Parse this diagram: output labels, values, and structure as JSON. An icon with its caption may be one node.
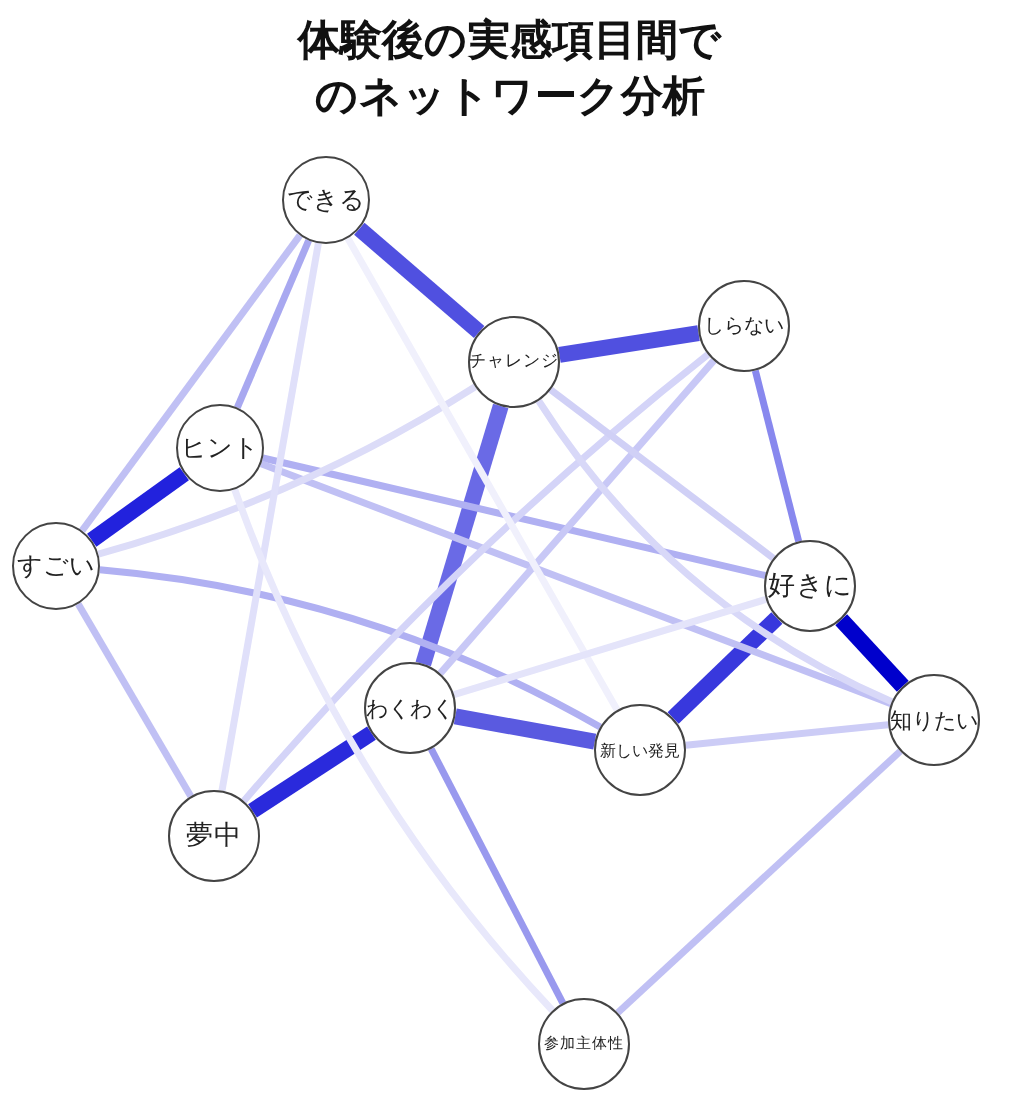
{
  "diagram": {
    "title": "体験後の実感項目間でのネットワーク分析",
    "nodes": [
      {
        "text": [
          "できる"
        ]
      },
      {
        "text": [
          "チャレンジ"
        ]
      },
      {
        "text": [
          "しらない"
        ]
      },
      {
        "text": [
          "ヒント"
        ]
      },
      {
        "text": [
          "すごい"
        ]
      },
      {
        "text": [
          "好きに"
        ]
      },
      {
        "text": [
          "わくわく"
        ]
      },
      {
        "text": [
          "新しい発見"
        ]
      },
      {
        "text": [
          "知りたい"
        ]
      },
      {
        "text": [
          "夢中"
        ]
      },
      {
        "text": [
          "参加主体性"
        ]
      }
    ],
    "edges": [
      {
        "from": 5,
        "to": 8,
        "arrow": "none",
        "style": "thick",
        "color": "#0000cc"
      },
      {
        "from": 3,
        "to": 4,
        "arrow": "none",
        "style": "thick",
        "color": "#2222dd"
      },
      {
        "from": 9,
        "to": 6,
        "arrow": "none",
        "style": "thick",
        "color": "#2a2adc"
      },
      {
        "from": 5,
        "to": 7,
        "arrow": "none",
        "style": "thick",
        "color": "#3838dd"
      },
      {
        "from": 0,
        "to": 1,
        "arrow": "none",
        "style": "thick",
        "color": "#5050e0"
      },
      {
        "from": 1,
        "to": 2,
        "arrow": "none",
        "style": "thick",
        "color": "#5050e0"
      },
      {
        "from": 6,
        "to": 7,
        "arrow": "none",
        "style": "thick",
        "color": "#5a5ae0"
      },
      {
        "from": 1,
        "to": 6,
        "arrow": "none",
        "style": "thick",
        "color": "#6a6ae6"
      },
      {
        "from": 2,
        "to": 5,
        "arrow": "none",
        "color": "#8888ee"
      },
      {
        "from": 0,
        "to": 3,
        "arrow": "none",
        "color": "#a8a8f0"
      },
      {
        "from": 0,
        "to": 4,
        "arrow": "none"
      },
      {
        "from": 3,
        "to": 5,
        "arrow": "none",
        "color": "#b0b0f2"
      },
      {
        "from": 3,
        "to": 8,
        "arrow": "none"
      },
      {
        "from": 4,
        "to": 7,
        "arrow": "none",
        "color": "#b0b0f2"
      },
      {
        "from": 4,
        "to": 9,
        "arrow": "none"
      },
      {
        "from": 6,
        "to": 10,
        "arrow": "none",
        "color": "#9999ee"
      },
      {
        "from": 8,
        "to": 10,
        "arrow": "none"
      },
      {
        "from": 7,
        "to": 8,
        "arrow": "none",
        "color": "#ccccf6"
      },
      {
        "from": 2,
        "to": 6,
        "arrow": "none",
        "color": "#c8c8f6"
      },
      {
        "from": 2,
        "to": 9,
        "arrow": "none",
        "color": "#d4d4f8"
      },
      {
        "from": 1,
        "to": 4,
        "arrow": "none",
        "color": "#dcdcf8"
      },
      {
        "from": 1,
        "to": 5,
        "arrow": "none",
        "color": "#d0d0f6"
      },
      {
        "from": 1,
        "to": 8,
        "arrow": "none",
        "color": "#d8d8f8"
      },
      {
        "from": 0,
        "to": 9,
        "arrow": "none",
        "color": "#e0e0fa"
      },
      {
        "from": 0,
        "to": 7,
        "arrow": "none",
        "color": "#f0f0fc"
      },
      {
        "from": 5,
        "to": 6,
        "arrow": "none",
        "color": "#e4e4fa"
      },
      {
        "from": 3,
        "to": 10,
        "arrow": "none",
        "color": "#e8e8fb"
      }
    ]
  }
}
